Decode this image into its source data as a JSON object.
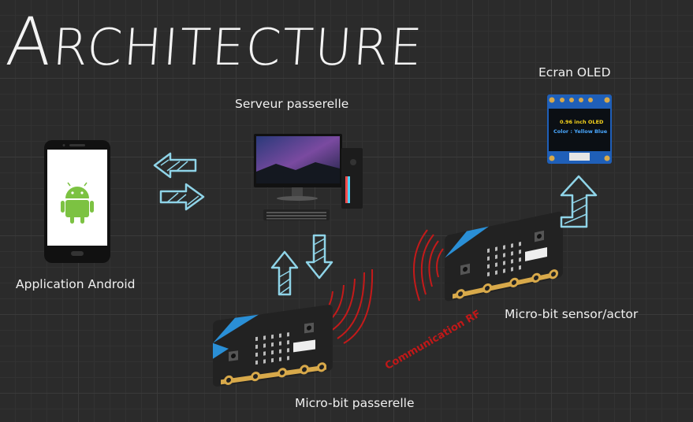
{
  "title": {
    "first": "A",
    "rest": "RCHITECTURE"
  },
  "labels": {
    "android": "Application Android",
    "server": "Serveur passerelle",
    "oled": "Ecran OLED",
    "mb_gateway": "Micro-bit passerelle",
    "mb_sensor": "Micro-bit sensor/actor",
    "rf": "Communication RF"
  },
  "oled_screen": {
    "line1": "0.96 inch OLED",
    "line2": "Color : Yellow Blue"
  },
  "colors": {
    "background": "#2b2b2b",
    "arrow": "#8fd4e8",
    "rf_waves": "#c41a1a",
    "android": "#7cc242",
    "microbit": "#222222",
    "microbit_accent": "#2a8fd6",
    "oled_board": "#1f5fb8"
  }
}
